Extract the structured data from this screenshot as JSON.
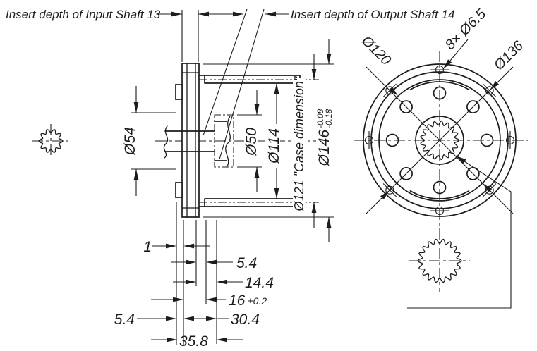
{
  "colors": {
    "line": "#1c1c1c",
    "background": "#ffffff"
  },
  "annotations": {
    "input_insert_depth": "Insert depth of Input Shaft 13",
    "output_insert_depth": "Insert depth of Output Shaft 14"
  },
  "side_view_dims": {
    "shaft_dia": "Ø54",
    "hub_dia": "Ø50",
    "case_bore_dia": "Ø114",
    "case_dia": "Ø121 \"Case dimension\"",
    "flange_dia": "Ø146",
    "flange_tol_upper": "-0.08",
    "flange_tol_lower": "-0.18"
  },
  "depth_dims": {
    "step": "1",
    "front_offset": "5.4",
    "mid_depth": "14.4",
    "case_width": "16",
    "case_width_tol": "±0.2",
    "back_offset": "5.4",
    "inner_depth": "30.4",
    "total_depth": "35.8"
  },
  "front_view_dims": {
    "pilot_circle": "Ø120",
    "bolt_holes": "8× Ø6.5",
    "bolt_circle": "Ø136"
  }
}
